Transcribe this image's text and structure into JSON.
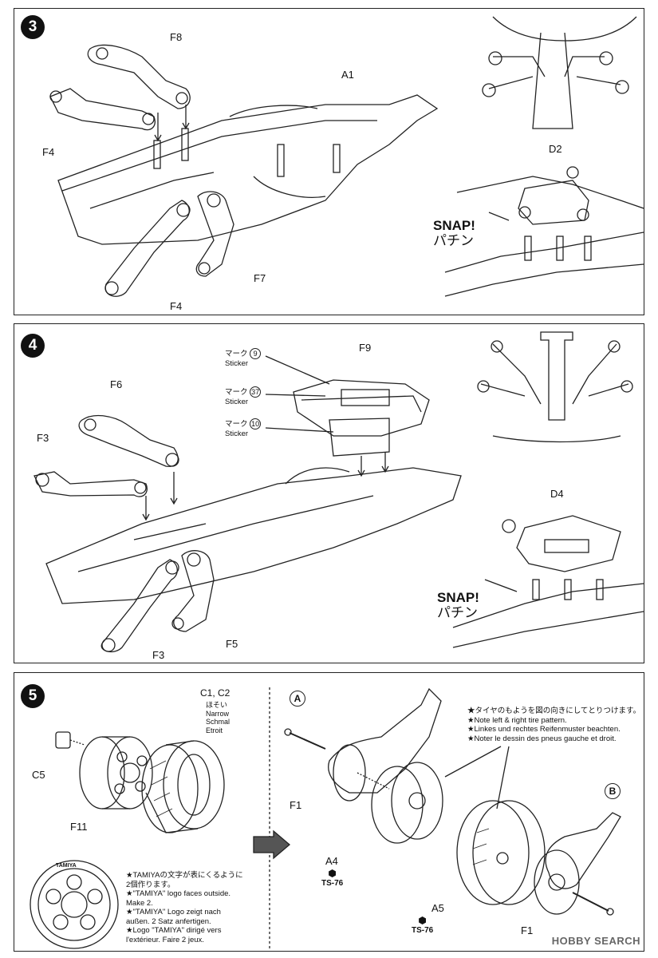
{
  "step3": {
    "number": "3",
    "labels": {
      "f8": "F8",
      "a1": "A1",
      "f4_top": "F4",
      "f7": "F7",
      "f4_bottom": "F4",
      "d2": "D2"
    },
    "snap": "SNAP!",
    "snap_jp": "パチン"
  },
  "step4": {
    "number": "4",
    "labels": {
      "f9": "F9",
      "f6": "F6",
      "f3_top": "F3",
      "f5": "F5",
      "f3_bottom": "F3",
      "d4": "D4"
    },
    "stickers": [
      {
        "jp": "マーク",
        "num": "9",
        "en": "Sticker"
      },
      {
        "jp": "マーク",
        "num": "37",
        "en": "Sticker"
      },
      {
        "jp": "マーク",
        "num": "10",
        "en": "Sticker"
      }
    ],
    "snap": "SNAP!",
    "snap_jp": "パチン"
  },
  "step5": {
    "number": "5",
    "labels": {
      "c1c2": "C1, C2",
      "c5": "C5",
      "f11": "F11",
      "f1_top": "F1",
      "a4": "A4",
      "a5": "A5",
      "f1_bottom": "F1"
    },
    "tire_width": [
      "ほそい",
      "Narrow",
      "Schmal",
      "Etroit"
    ],
    "paint": "TS-76",
    "section_a": "A",
    "section_b": "B",
    "tire_note": [
      "★タイヤのもようを図の向きにしてとりつけます。",
      "★Note left & right tire pattern.",
      "★Linkes und rechtes Reifenmuster beachten.",
      "★Noter le dessin des pneus gauche et droit."
    ],
    "logo_note": [
      "★TAMIYAの文字が表にくるように",
      "2個作ります。",
      "★\"TAMIYA\" logo faces outside.",
      "Make 2.",
      "★\"TAMIYA\" Logo zeigt nach",
      "außen. 2 Satz anfertigen.",
      "★Logo \"TAMIYA\" dirigé vers",
      "l'extérieur. Faire 2 jeux."
    ],
    "wheel_logo": "TAMIYA"
  },
  "watermark": "HOBBY SEARCH"
}
